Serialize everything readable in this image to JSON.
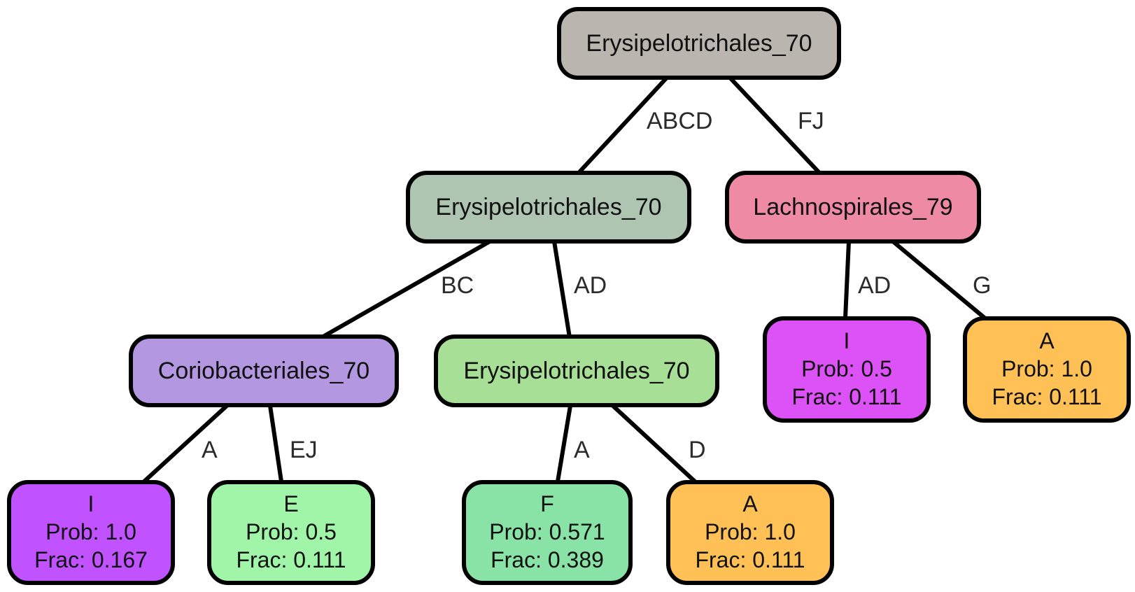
{
  "nodes": {
    "root": {
      "title": "Erysipelotrichales_70",
      "color": "#bab6af"
    },
    "n1": {
      "title": "Erysipelotrichales_70",
      "color": "#aec5b2"
    },
    "n2": {
      "title": "Lachnospirales_79",
      "color": "#ef8aa5"
    },
    "n3": {
      "title": "Coriobacteriales_70",
      "color": "#b397e0"
    },
    "n4": {
      "title": "Erysipelotrichales_70",
      "color": "#a8df96"
    },
    "leaf_i1": {
      "title": "I",
      "prob": "Prob: 1.0",
      "frac": "Frac: 0.167",
      "color": "#c052ff"
    },
    "leaf_e": {
      "title": "E",
      "prob": "Prob: 0.5",
      "frac": "Frac: 0.111",
      "color": "#a0f5a9"
    },
    "leaf_f": {
      "title": "F",
      "prob": "Prob: 0.571",
      "frac": "Frac: 0.389",
      "color": "#8ae3a6"
    },
    "leaf_a1": {
      "title": "A",
      "prob": "Prob: 1.0",
      "frac": "Frac: 0.111",
      "color": "#ffc155"
    },
    "leaf_i2": {
      "title": "I",
      "prob": "Prob: 0.5",
      "frac": "Frac: 0.111",
      "color": "#dd52f6"
    },
    "leaf_a2": {
      "title": "A",
      "prob": "Prob: 1.0",
      "frac": "Frac: 0.111",
      "color": "#ffc155"
    }
  },
  "edges": {
    "root_n1": "ABCD",
    "root_n2": "FJ",
    "n1_n3": "BC",
    "n1_n4": "AD",
    "n3_i1": "A",
    "n3_e": "EJ",
    "n4_f": "A",
    "n4_a1": "D",
    "n2_i2": "AD",
    "n2_a2": "G"
  }
}
